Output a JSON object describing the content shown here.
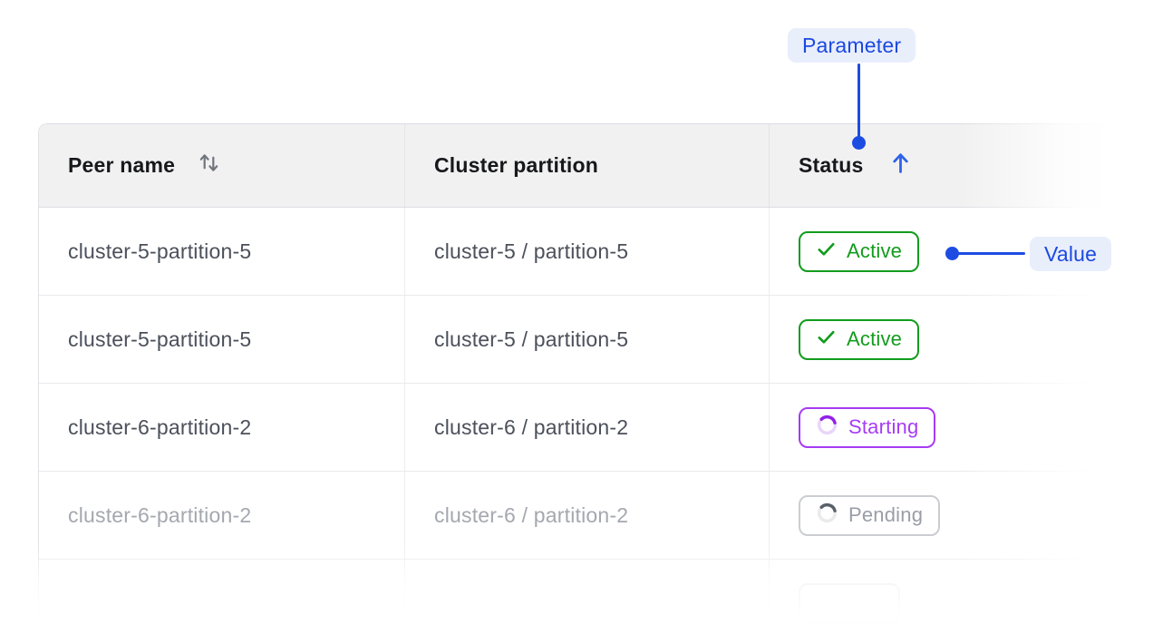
{
  "callouts": {
    "parameter_label": "Parameter",
    "value_label": "Value",
    "accent_color": "#1d4ce2",
    "chip_background": "#e9eefb"
  },
  "table": {
    "columns": [
      {
        "label": "Peer name",
        "sort": "sortable"
      },
      {
        "label": "Cluster partition",
        "sort": "none"
      },
      {
        "label": "Status",
        "sort": "ascending"
      }
    ],
    "rows": [
      {
        "peer": "cluster-5-partition-5",
        "partition": "cluster-5 / partition-5",
        "status": "Active",
        "state": "active"
      },
      {
        "peer": "cluster-5-partition-5",
        "partition": "cluster-5 / partition-5",
        "status": "Active",
        "state": "active"
      },
      {
        "peer": "cluster-6-partition-2",
        "partition": "cluster-6 / partition-2",
        "status": "Starting",
        "state": "starting"
      },
      {
        "peer": "cluster-6-partition-2",
        "partition": "cluster-6 / partition-2",
        "status": "Pending",
        "state": "pending",
        "dimmed": true
      },
      {
        "peer": "",
        "partition": "",
        "status": "",
        "state": "partial"
      }
    ]
  },
  "colors": {
    "active_green": "#119c1d",
    "starting_purple": "#a63cf3",
    "pending_border": "#cbcdd2",
    "pending_text": "#999ea7",
    "header_background": "#f1f1f2",
    "sort_icon_gray": "#71757c",
    "ascending_arrow_blue": "#2e63ea"
  }
}
